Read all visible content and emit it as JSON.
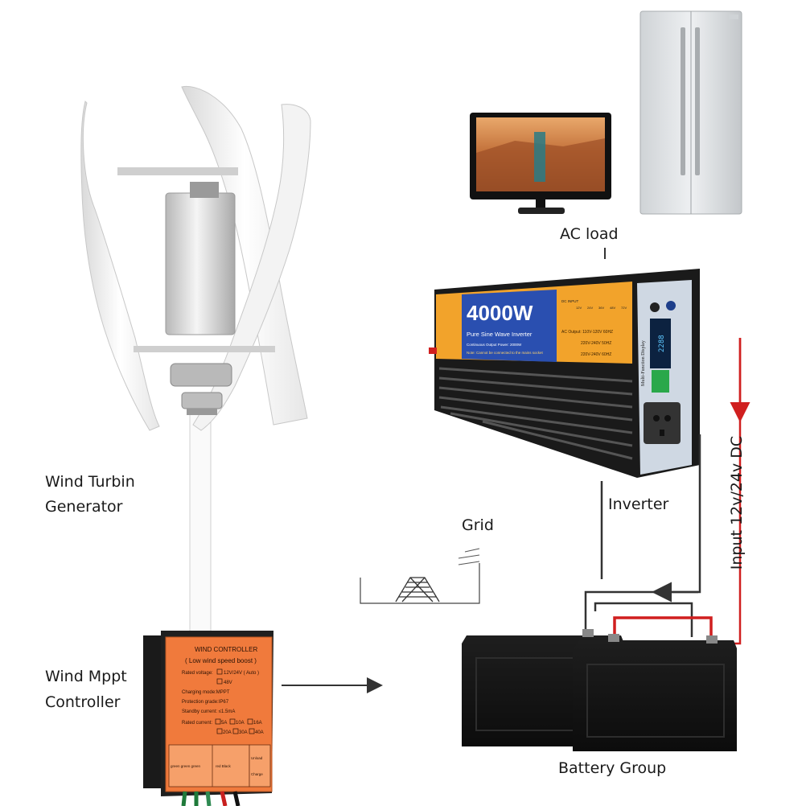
{
  "labels": {
    "ac_load": "AC load",
    "inverter": "Inverter",
    "grid": "Grid",
    "turbine_line1": "Wind Turbin",
    "turbine_line2": "Generator",
    "mppt_line1": "Wind Mppt",
    "mppt_line2": "Controller",
    "battery_group": "Battery Group",
    "input_dc": "Input 12v/24v DC"
  },
  "inverter_device": {
    "power": "4000W",
    "subtitle": "Pure Sine Wave Inverter",
    "continuous": "Continuous Output Power: 2000W",
    "note": "Note:     Cannot be connected to the mains socket",
    "dc_input_tag": "DC INPUT",
    "voltages": [
      "12V",
      "24V",
      "36V",
      "48V",
      "72V"
    ],
    "outputs": [
      "AC Output: 110V-120V 60HZ",
      "220V-240V 50HZ",
      "220V-240V 60HZ"
    ],
    "display_reading": "2288",
    "side_text": "Multi-Function Display"
  },
  "controller_device": {
    "title": "WIND CONTROLLER",
    "subtitle": "( Low wind speed boost )",
    "rated_voltage": "Rated voltage:",
    "voltage_opt1": "12V/24V ( Auto )",
    "voltage_opt2": "48V",
    "charging_mode": "Charging mode:MPPT",
    "protection": "Protection grade:IP67",
    "standby": "Standby current: ≤1.5mA",
    "rated_current": "Rated current:",
    "current_row1": [
      "5A",
      "10A",
      "16A"
    ],
    "current_row2": [
      "20A",
      "30A",
      "40A"
    ],
    "term_wind": "green green green",
    "term_batt": "red  Black",
    "term_unload": "Unload",
    "term_charge": "Charge"
  },
  "colors": {
    "label_text": "#1a1a1a",
    "controller_orange": "#f07a3c",
    "inverter_orange": "#f2a32b",
    "inverter_blue": "#2a4fb0",
    "wire_red": "#d01f1f",
    "wire_dark": "#333333"
  }
}
